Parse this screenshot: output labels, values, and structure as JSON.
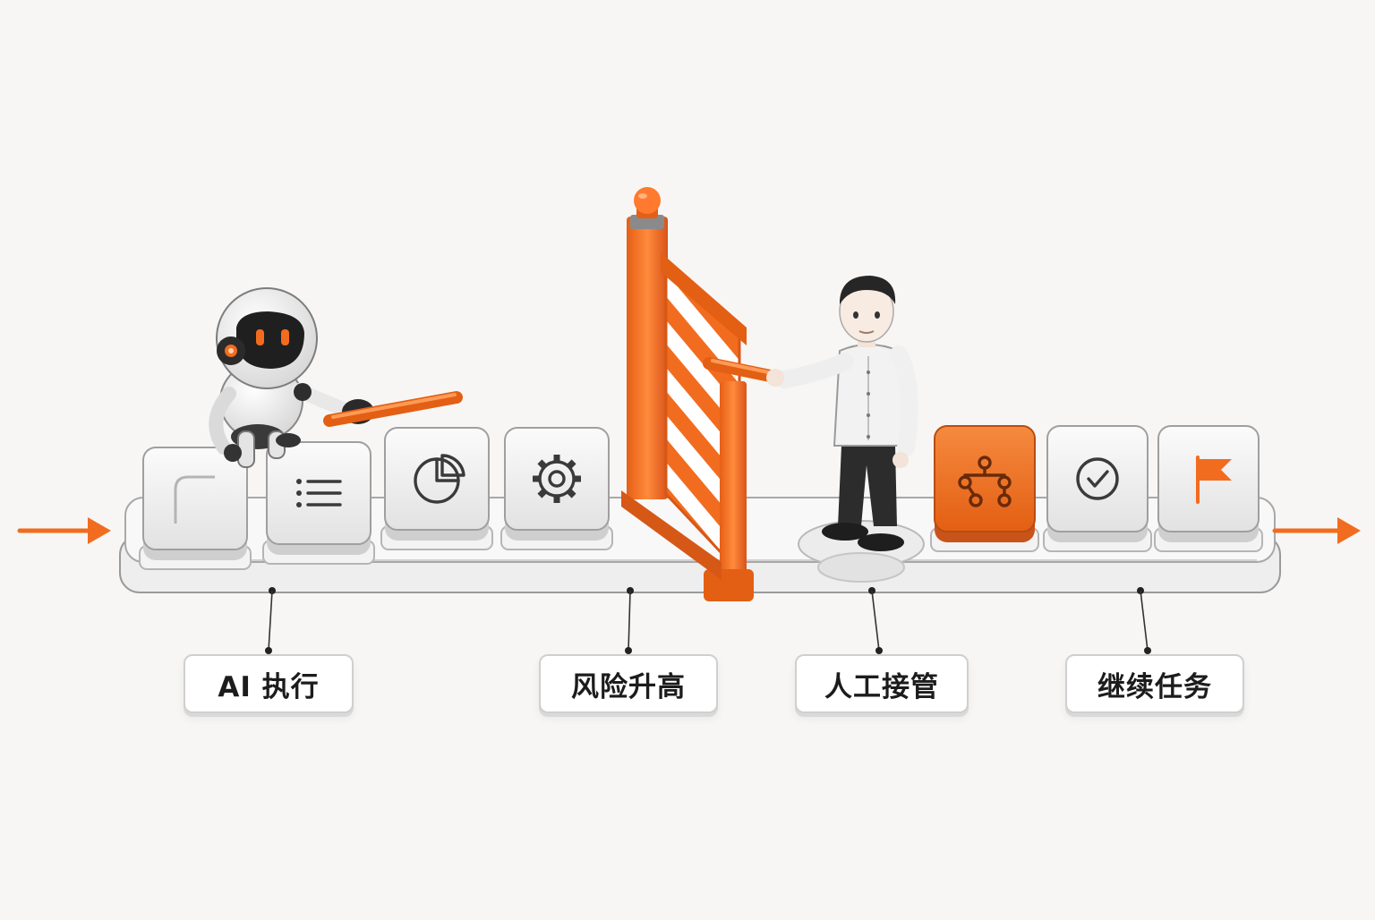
{
  "stages": [
    {
      "id": "ai",
      "label": "AI 执行"
    },
    {
      "id": "risk",
      "label": "风险升高"
    },
    {
      "id": "human",
      "label": "人工接管"
    },
    {
      "id": "continue",
      "label": "继续任务"
    }
  ],
  "left_blocks": [
    {
      "icon": "blank-block-icon"
    },
    {
      "icon": "list-icon"
    },
    {
      "icon": "pie-chart-icon"
    },
    {
      "icon": "gear-icon"
    }
  ],
  "right_blocks": [
    {
      "icon": "flowchart-icon",
      "highlighted": true
    },
    {
      "icon": "check-circle-icon",
      "highlighted": false
    },
    {
      "icon": "flag-icon",
      "highlighted": false
    }
  ],
  "figures": {
    "robot": "robot-icon",
    "human": "person-icon",
    "gate": "barrier-gate-icon",
    "baton": "baton-icon"
  },
  "colors": {
    "accent": "#f26c1f",
    "accent_dark": "#c9541a",
    "block": "#ececec",
    "block_edge": "#bdbdbd",
    "ink": "#2a2a2a",
    "background": "#f7f6f4"
  }
}
